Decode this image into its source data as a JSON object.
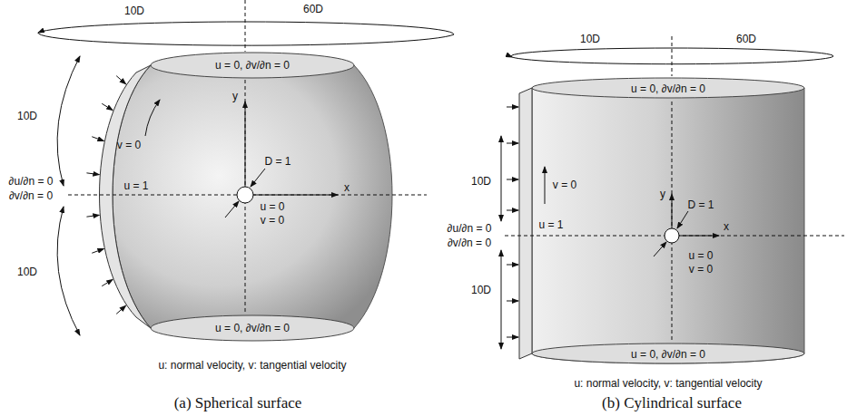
{
  "diagram": {
    "labels": [
      "10D",
      "60D",
      "u = 0, ∂v/∂n = 0",
      "10D",
      "v = 0",
      "∂u/∂n = 0",
      "∂v/∂n = 0",
      "u = 1",
      "y",
      "D = 1",
      "u = 0",
      "v = 0",
      "x",
      "10D",
      "u = 0, ∂v/∂n = 0",
      "u: normal velocity, v: tangential velocity",
      "(a) Spherical surface",
      "10D",
      "60D",
      "u = 0, ∂v/∂n = 0",
      "10D",
      "v = 0",
      "y",
      "D = 1",
      "∂u/∂n = 0",
      "∂v/∂n = 0",
      "u = 1",
      "u = 0",
      "v = 0",
      "x",
      "10D",
      "u = 0, ∂v/∂n = 0",
      "u: normal velocity, v: tangential velocity",
      "(b) Cylindrical surface"
    ]
  }
}
